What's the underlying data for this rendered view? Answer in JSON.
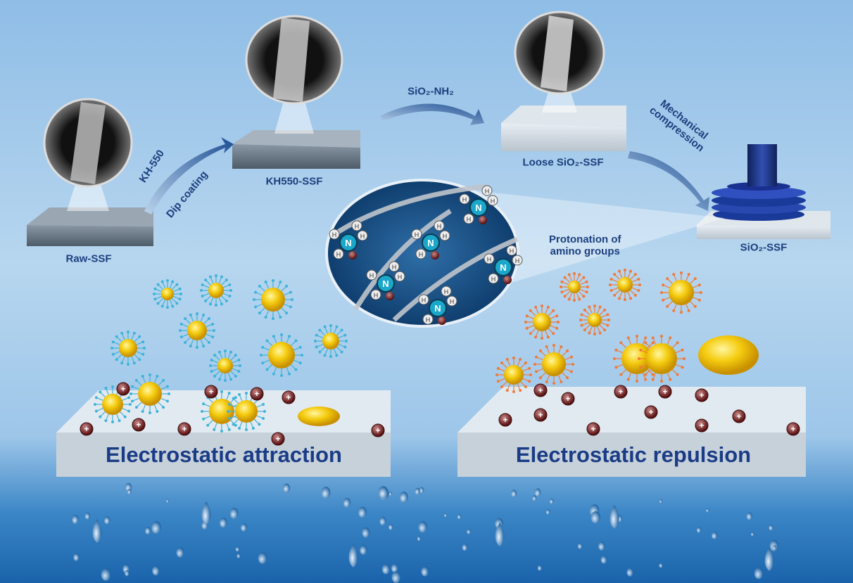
{
  "stages": {
    "raw": "Raw-SSF",
    "kh550": "KH550-SSF",
    "loose": "Loose SiO₂-SSF",
    "final": "SiO₂-SSF"
  },
  "steps": {
    "kh550_reagent": "KH-550",
    "dip_coating": "Dip coating",
    "sio2_nh2": "SiO₂-NH₂",
    "mechanical": "Mechanical",
    "compression": "compression"
  },
  "inset": {
    "line1": "Protonation of",
    "line2": "amino groups",
    "atom_n": "N",
    "atom_h": "H"
  },
  "panels": {
    "left": "Electrostatic attraction",
    "right": "Electrostatic repulsion"
  },
  "colors": {
    "text": "#1c3f7e",
    "sky": "#a9cdeb",
    "water": "#1f6fb8",
    "oil": "#f2c200"
  }
}
